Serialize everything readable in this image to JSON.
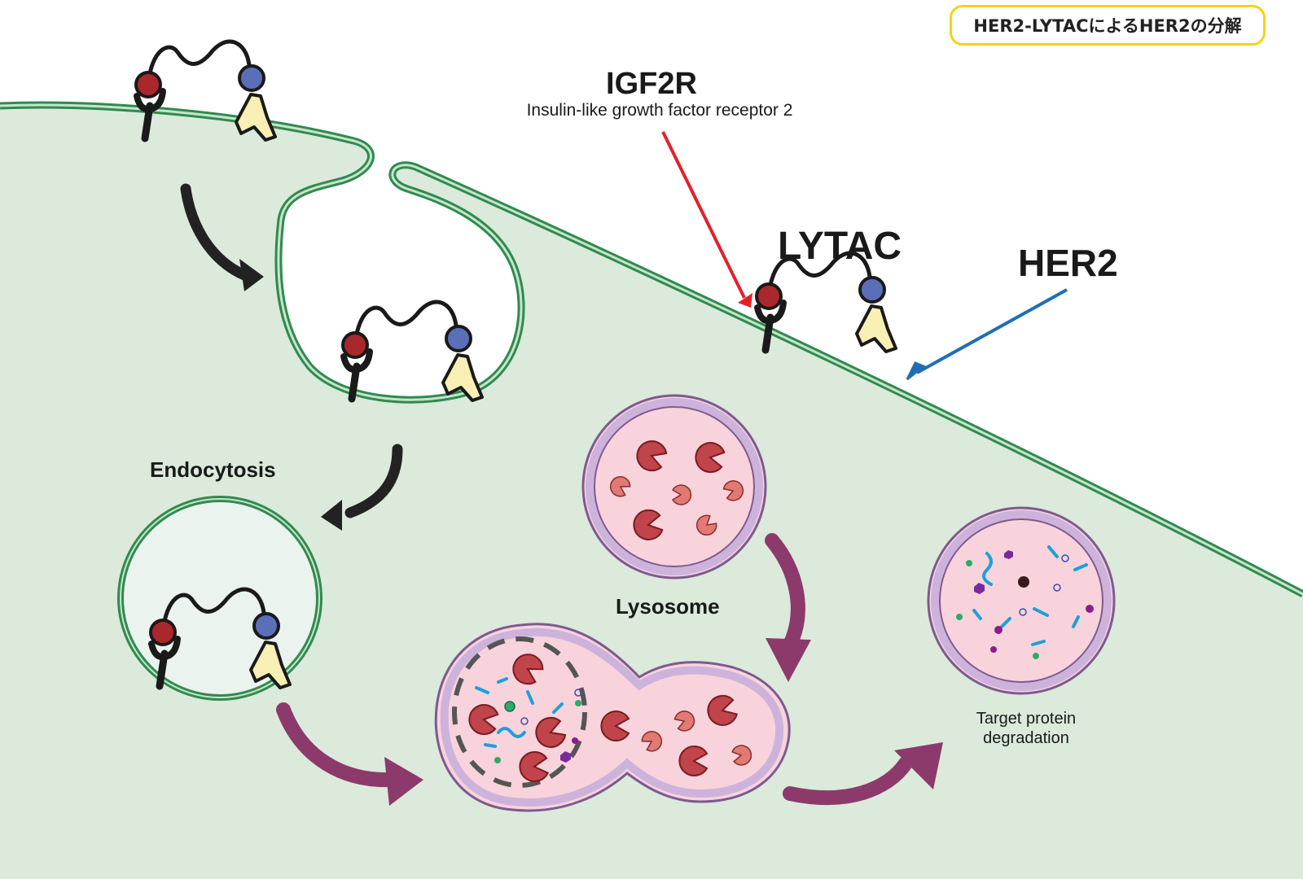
{
  "badge": {
    "title": "HER2-LYTACによるHER2の分解"
  },
  "labels": {
    "igf2r": "IGF2R",
    "igf2r_full": "Insulin-like growth factor receptor 2",
    "lytac": "LYTAC",
    "her2": "HER2",
    "endocytosis": "Endocytosis",
    "lysosome": "Lysosome",
    "target_degradation": "Target protein degradation"
  },
  "colors": {
    "cell_fill": "#dbeadb",
    "membrane": "#2f8b4f",
    "igf2r_ball": "#a9272d",
    "her2_ball": "#5b6fb8",
    "her2_receptor": "#f7efb4",
    "lysosome_fill": "#f8d3dc",
    "lysosome_border": "#b79ac9",
    "enzyme": "#c0444a",
    "arrow_dark": "#222222",
    "arrow_purple": "#8c3a6c",
    "pointer_red": "#e3202a",
    "pointer_blue": "#1f6eb3",
    "badge_border": "#f5d21a"
  }
}
